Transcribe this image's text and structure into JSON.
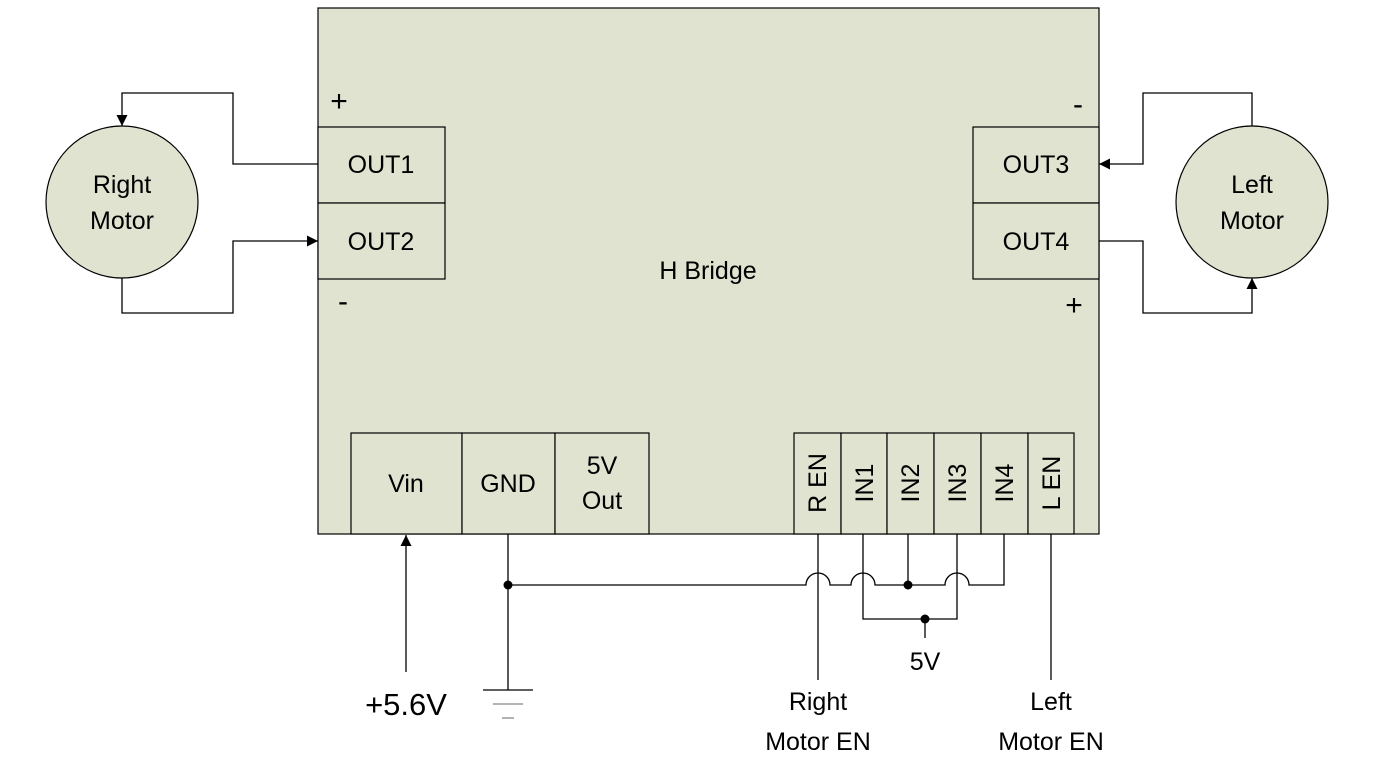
{
  "colors": {
    "component_fill": "#dfe3d0",
    "line": "#000000",
    "background": "#ffffff"
  },
  "hbridge": {
    "title": "H Bridge"
  },
  "right_motor": {
    "line1": "Right",
    "line2": "Motor"
  },
  "left_motor": {
    "line1": "Left",
    "line2": "Motor"
  },
  "outputs": {
    "out1": "OUT1",
    "out2": "OUT2",
    "out3": "OUT3",
    "out4": "OUT4"
  },
  "polarity": {
    "plus": "+",
    "minus": "-"
  },
  "power_pins": {
    "vin": "Vin",
    "gnd": "GND",
    "five_v_out_line1": "5V",
    "five_v_out_line2": "Out"
  },
  "control_pins": {
    "r_en": "R EN",
    "in1": "IN1",
    "in2": "IN2",
    "in3": "IN3",
    "in4": "IN4",
    "l_en": "L EN"
  },
  "external": {
    "supply": "+5.6V",
    "five_v": "5V",
    "right_en_line1": "Right",
    "right_en_line2": "Motor EN",
    "left_en_line1": "Left",
    "left_en_line2": "Motor EN"
  },
  "icons": {
    "ground": "ground-icon",
    "arrow": "arrowhead-icon",
    "junction": "junction-dot-icon"
  }
}
